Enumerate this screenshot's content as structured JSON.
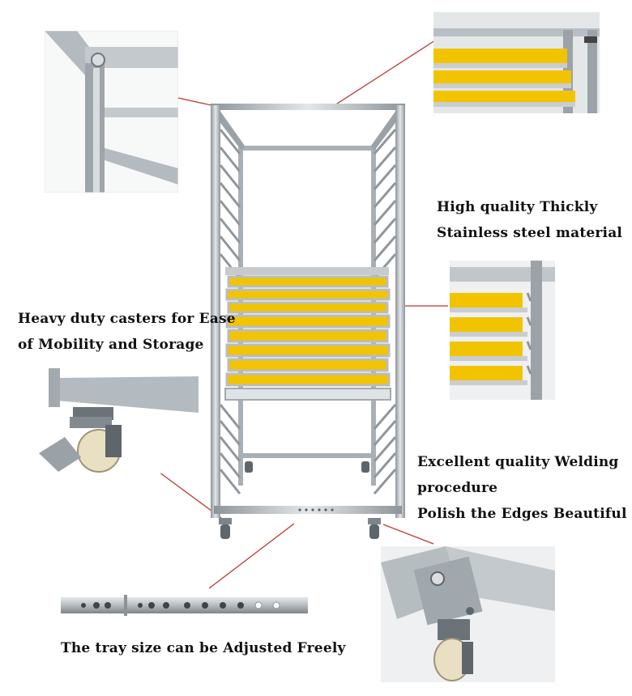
{
  "captions": {
    "material_line1": "High quality Thickly",
    "material_line2": "Stainless steel material",
    "casters_line1": "Heavy duty casters for Ease",
    "casters_line2": "of Mobility and Storage",
    "welding_line1": "Excellent quality Welding",
    "welding_line2": "procedure",
    "welding_line3": "Polish the Edges Beautiful",
    "tray_size": "The tray size can be Adjusted Freely"
  },
  "colors": {
    "steel": "#b9bfc4",
    "steel_dark": "#7d858b",
    "screen_yellow": "#f2c400",
    "leader_line": "#c0392b",
    "caster_wheel": "#e9dfc2"
  },
  "icons": {
    "main_rack": "drying-rack-cart",
    "top_corner_detail": "rack-corner-welding",
    "top_right_detail": "rack-top-trays",
    "mid_right_detail": "rack-shelf-trays",
    "caster_detail": "swivel-caster-wheel",
    "bottom_right_detail": "caster-mount-plate",
    "slot_bar_detail": "adjustable-slot-bar"
  }
}
